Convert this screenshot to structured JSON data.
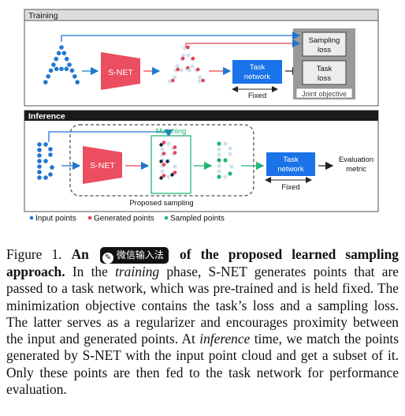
{
  "figure": {
    "training_label": "Training",
    "inference_label": "Inference",
    "snet_label": "S-NET",
    "task_network_label": [
      "Task",
      "network"
    ],
    "fixed_label": "Fixed",
    "sampling_loss_label": [
      "Sampling",
      "loss"
    ],
    "task_loss_label": [
      "Task",
      "loss"
    ],
    "joint_objective_label": "Joint objective",
    "matching_label": "Matching",
    "proposed_sampling_label": "Proposed sampling",
    "evaluation_metric_label": [
      "Evaluation",
      "metric"
    ],
    "legend": [
      {
        "label": "Input points",
        "color": "#1f77d0"
      },
      {
        "label": "Generated points",
        "color": "#e8424f"
      },
      {
        "label": "Sampled points",
        "color": "#22b573"
      }
    ],
    "colors": {
      "input": "#1f77d0",
      "generated": "#e8424f",
      "sampled": "#22b573",
      "faded": "#cfe0ee",
      "task_network": "#1a73e8",
      "snet": "#ea4e60",
      "section_header": "#1a1a1a",
      "joint_objective_bg": "#9a9a9a"
    }
  },
  "caption": {
    "prefix": "Figure 1. ",
    "bold_start": "An",
    "watermark": "微信输入法",
    "bold_end": " of the proposed learned sampling approach.",
    "text_1": " In the ",
    "italic_1": "training",
    "text_2": " phase, S-NET generates points that are passed to a task network, which was pre-trained and is held fixed. The minimization objective contains the task’s loss and a sampling loss. The latter serves as a regularizer and encourages proximity between the input and generated points. At ",
    "italic_2": "inference",
    "text_3": " time, we match the points generated by S-NET with the input point cloud and get a subset of it. Only these points are then fed to the task network for performance evaluation."
  }
}
